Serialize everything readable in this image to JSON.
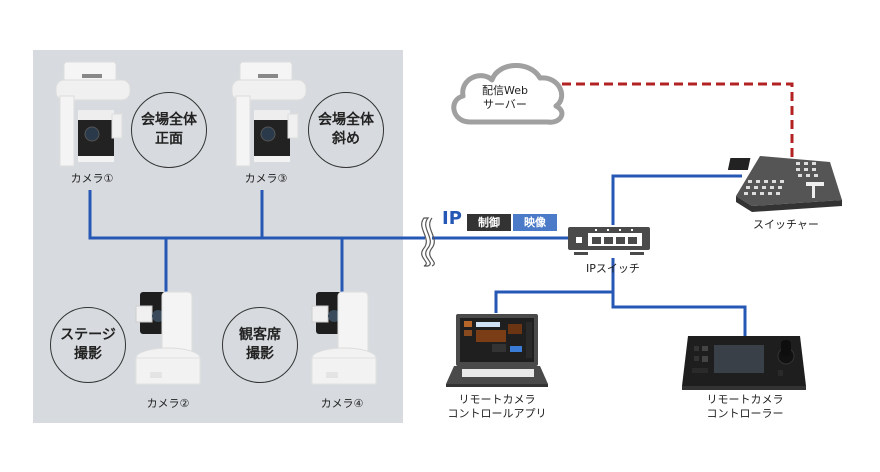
{
  "diagram": {
    "cameras": [
      {
        "id": "camera-1",
        "label": "カメラ①",
        "role_lines": [
          "会場全体",
          "正面"
        ],
        "type": "outdoor-ptz"
      },
      {
        "id": "camera-2",
        "label": "カメラ②",
        "role_lines": [
          "ステージ",
          "撮影"
        ],
        "type": "indoor-ptz"
      },
      {
        "id": "camera-3",
        "label": "カメラ③",
        "role_lines": [
          "会場全体",
          "斜め"
        ],
        "type": "outdoor-ptz"
      },
      {
        "id": "camera-4",
        "label": "カメラ④",
        "role_lines": [
          "観客席",
          "撮影"
        ],
        "type": "indoor-ptz"
      }
    ],
    "network": {
      "protocol_label": "IP",
      "tags": [
        {
          "label": "制御",
          "color": "#333333"
        },
        {
          "label": "映像",
          "color": "#4a7ac8"
        }
      ],
      "line_color": "#2557b5"
    },
    "ip_switch": {
      "label": "IPスイッチ"
    },
    "cloud": {
      "lines": [
        "配信Web",
        "サーバー"
      ]
    },
    "switcher": {
      "label": "スイッチャー"
    },
    "stream_link": {
      "color": "#b22222",
      "style": "dashed"
    },
    "app": {
      "lines": [
        "リモートカメラ",
        "コントロールアプリ"
      ]
    },
    "controller": {
      "lines": [
        "リモートカメラ",
        "コントローラー"
      ]
    },
    "colors": {
      "panel_background": "#d7dbdf",
      "device_dark": "#4a4a4a",
      "cloud_stroke": "#a0a0a0"
    }
  }
}
